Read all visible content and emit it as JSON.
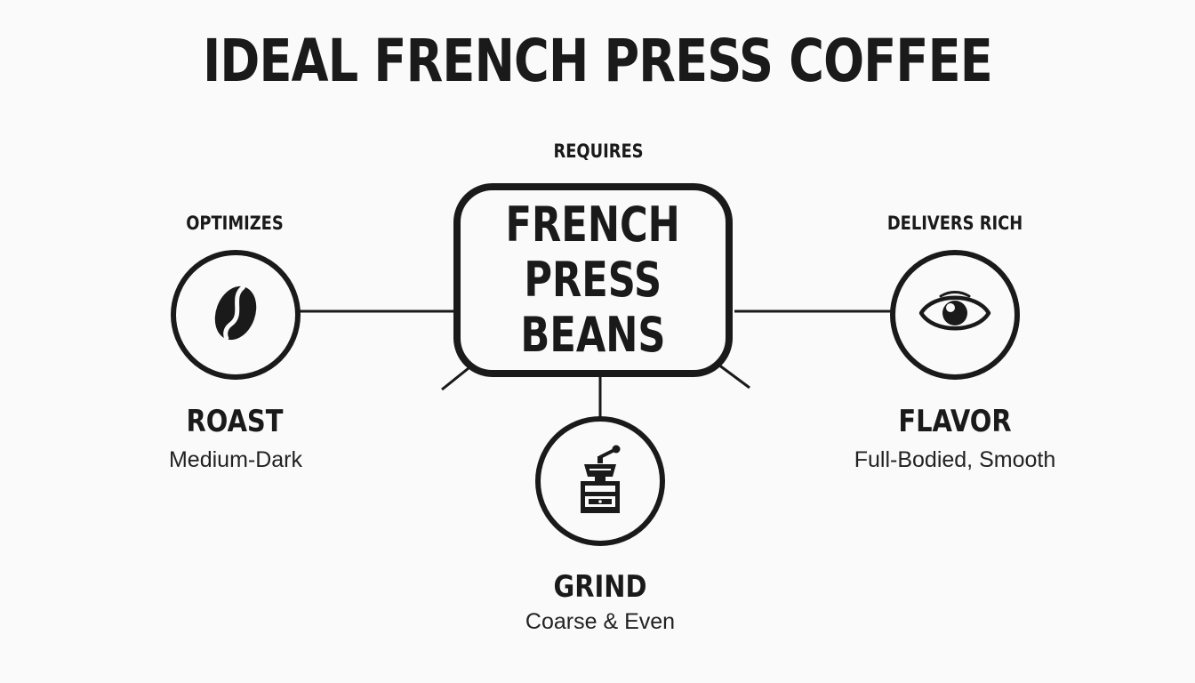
{
  "title": "IDEAL FRENCH PRESS COFFEE",
  "center": {
    "lines": [
      "FRENCH",
      "PRESS",
      "BEANS"
    ]
  },
  "edges": {
    "roast": "OPTIMIZES",
    "grind": "REQUIRES",
    "flavor": "DELIVERS RICH"
  },
  "nodes": {
    "roast": {
      "title": "ROAST",
      "subtitle": "Medium-Dark",
      "icon": "coffee-bean-icon"
    },
    "grind": {
      "title": "GRIND",
      "subtitle": "Coarse & Even",
      "icon": "coffee-grinder-icon"
    },
    "flavor": {
      "title": "FLAVOR",
      "subtitle": "Full-Bodied, Smooth",
      "icon": "eye-icon"
    }
  },
  "colors": {
    "ink": "#1a1a1a",
    "background": "#fafafa"
  }
}
